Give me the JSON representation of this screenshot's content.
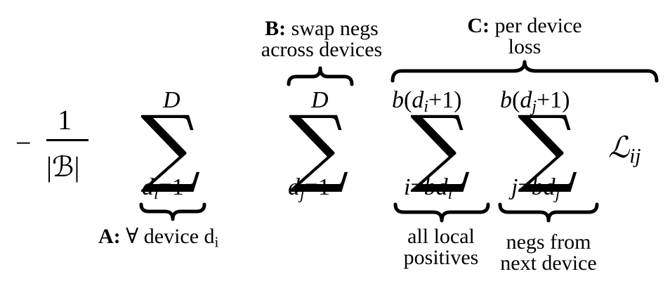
{
  "equation": {
    "minus": "−",
    "prefactor": {
      "numerator": "1",
      "denominator": "|ℬ|"
    },
    "sum_A": {
      "upper": "D",
      "lower": "d_i=1"
    },
    "sum_B": {
      "upper": "D",
      "lower": "d_j=1"
    },
    "sum_C1": {
      "upper": "b(d_i+1)",
      "lower": "i=bd_i"
    },
    "sum_C2": {
      "upper": "b(d_j+1)",
      "lower": "j=bd_j"
    },
    "summand": "ℒ_ij",
    "sigma_glyph": "∑"
  },
  "annotations": {
    "A": {
      "label": "A:",
      "text": "∀ device d_i",
      "position": "below"
    },
    "B": {
      "label": "B:",
      "line1": "swap negs",
      "line2": "across devices",
      "position": "above"
    },
    "C": {
      "label": "C:",
      "line1": "per device",
      "line2": "loss",
      "position": "above"
    },
    "C1": {
      "line1": "all local",
      "line2": "positives",
      "position": "below"
    },
    "C2": {
      "line1": "negs from",
      "line2": "next device",
      "position": "below"
    }
  }
}
